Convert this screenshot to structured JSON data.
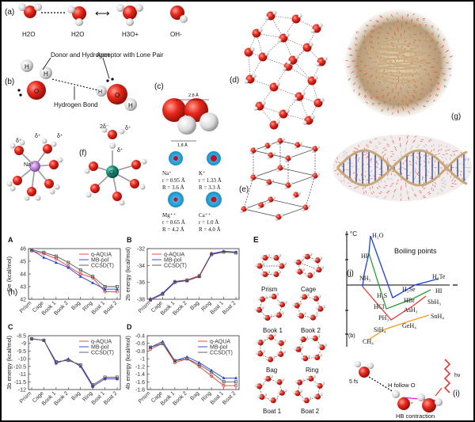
{
  "panels": {
    "a": {
      "letter": "(a)",
      "species": [
        "H2O",
        "H2O",
        "H3O+",
        "OH-"
      ]
    },
    "b": {
      "letter": "(b)",
      "donor_label": "Donor and Hydrogen",
      "acceptor_label": "Acceptor with Lone Pair",
      "bond_label": "Hydrogen Bond",
      "atom_labels": [
        "H",
        "H",
        "O",
        "H",
        "H",
        "O"
      ]
    },
    "c": {
      "letter": "(c)",
      "dim_top": "2.8 Å",
      "dim_bottom": "1.8 Å",
      "ions": [
        {
          "name": "Na⁺",
          "r": "r = 0.95 Å",
          "R": "R = 3.6 Å"
        },
        {
          "name": "K⁺",
          "r": "r = 1.33 Å",
          "R": "R = 3.3 Å"
        },
        {
          "name": "Mg⁺⁺",
          "r": "r = 0.65 Å",
          "R": "R = 4.2 Å"
        },
        {
          "name": "Ca⁺⁺",
          "r": "r = 1.0 Å",
          "R": "R = 4.0 Å"
        }
      ]
    },
    "d": {
      "letter": "(d)"
    },
    "e": {
      "letter": "(e)"
    },
    "f": {
      "letter": "(f)",
      "cl_label": "Cl",
      "charges": [
        "2δ⁻",
        "δ⁺",
        "δ⁺"
      ]
    },
    "na_cluster": {
      "na_label": "Na⁺",
      "charges": [
        "δ⁺",
        "δ⁺",
        "δ⁺"
      ]
    },
    "g": {
      "letter": "(g)"
    },
    "h": {
      "letter": "(h)"
    },
    "i": {
      "letter": "(i)",
      "time": "5 fs",
      "h_follow": "H follow O",
      "hb_contraction": "HB contraction",
      "hv": "hν"
    },
    "j": {
      "letter": "(j)",
      "title": "Boiling points",
      "y_unit": "°C",
      "sub_b": "(b)",
      "species": [
        "H₂O",
        "HF",
        "NH₃",
        "H₂S",
        "HCl",
        "PH₃",
        "SiH₄",
        "CH₄",
        "H₂Se",
        "HBr",
        "AsH₃",
        "GeH₄",
        "H₂Te",
        "HI",
        "SbH₃",
        "SnH₄"
      ]
    },
    "E": {
      "letter": "E",
      "clusters": [
        "Prism",
        "Cage",
        "Book 1",
        "Book 2",
        "Bag",
        "Ring",
        "Boat 1",
        "Boat 2"
      ]
    }
  },
  "chart_data": [
    {
      "panel": "A",
      "type": "line",
      "ylabel": "De (kcal/mol)",
      "categories": [
        "Prism",
        "Cage",
        "Book 1",
        "Book 2",
        "Bag",
        "Ring",
        "Boat 1",
        "Boat 2"
      ],
      "ylim": [
        42,
        46
      ],
      "yticks": [
        42,
        43,
        44,
        45,
        46
      ],
      "legend_position": "top-right",
      "series": [
        {
          "name": "q-AQUA",
          "color": "#e53935",
          "values": [
            45.8,
            45.6,
            45.2,
            44.6,
            44.0,
            43.7,
            42.6,
            42.6
          ]
        },
        {
          "name": "MB-pol",
          "color": "#1e3fe0",
          "values": [
            45.9,
            45.3,
            44.9,
            44.5,
            43.8,
            43.3,
            42.8,
            42.8
          ]
        },
        {
          "name": "CCSD(T)",
          "color": "#555555",
          "values": [
            45.9,
            45.7,
            45.4,
            44.9,
            44.3,
            43.8,
            43.0,
            43.0
          ]
        }
      ]
    },
    {
      "panel": "B",
      "type": "line",
      "ylabel": "2b energy (kcal/mol)",
      "categories": [
        "Prism",
        "Cage",
        "Book 1",
        "Book 2",
        "Bag",
        "Ring",
        "Boat 1",
        "Boat 2"
      ],
      "ylim": [
        -38,
        -32
      ],
      "yticks": [
        -38,
        -36,
        -34,
        -32
      ],
      "legend_position": "top-left",
      "series": [
        {
          "name": "q-AQUA",
          "color": "#e53935",
          "values": [
            -38.0,
            -37.3,
            -35.9,
            -35.7,
            -35.2,
            -32.6,
            -32.4,
            -32.5
          ]
        },
        {
          "name": "MB-pol",
          "color": "#1e3fe0",
          "values": [
            -38.0,
            -37.3,
            -35.9,
            -35.8,
            -35.3,
            -32.6,
            -32.3,
            -32.4
          ]
        },
        {
          "name": "CCSD(T)",
          "color": "#555555",
          "values": [
            -38.1,
            -37.4,
            -36.0,
            -35.8,
            -35.3,
            -32.7,
            -32.4,
            -32.5
          ]
        }
      ]
    },
    {
      "panel": "C",
      "type": "line",
      "ylabel": "3b energy (kcal/mol)",
      "categories": [
        "Prism",
        "Cage",
        "Book 1",
        "Book 2",
        "Bag",
        "Ring",
        "Boat 1",
        "Boat 2"
      ],
      "ylim": [
        -12,
        -8.5
      ],
      "yticks": [
        -12,
        -11.5,
        -11,
        -10.5,
        -10,
        -9.5,
        -9,
        -8.5
      ],
      "legend_position": "top-right",
      "series": [
        {
          "name": "q-AQUA",
          "color": "#e53935",
          "values": [
            -8.7,
            -8.8,
            -10.2,
            -10.1,
            -10.4,
            -11.8,
            -11.3,
            -11.3
          ]
        },
        {
          "name": "MB-pol",
          "color": "#1e3fe0",
          "values": [
            -8.7,
            -8.8,
            -10.3,
            -10.0,
            -10.5,
            -11.8,
            -11.3,
            -11.3
          ]
        },
        {
          "name": "CCSD(T)",
          "color": "#555555",
          "values": [
            -8.7,
            -8.8,
            -10.2,
            -10.1,
            -10.4,
            -11.7,
            -11.2,
            -11.2
          ]
        }
      ]
    },
    {
      "panel": "D",
      "type": "line",
      "ylabel": "4b energy (kcal/mol)",
      "categories": [
        "Prism",
        "Cage",
        "Book 1",
        "Book 2",
        "Bag",
        "Ring",
        "Boat 1",
        "Boat 2"
      ],
      "ylim": [
        -1.8,
        -0.4
      ],
      "yticks": [
        -1.8,
        -1.6,
        -1.4,
        -1.2,
        -1.0,
        -0.8,
        -0.6,
        -0.4
      ],
      "legend_position": "top-right",
      "series": [
        {
          "name": "q-AQUA",
          "color": "#e53935",
          "values": [
            -0.75,
            -0.6,
            -1.1,
            -1.0,
            -1.2,
            -1.45,
            -1.7,
            -1.7
          ]
        },
        {
          "name": "MB-pol",
          "color": "#1e3fe0",
          "values": [
            -0.7,
            -0.55,
            -1.05,
            -0.95,
            -1.1,
            -1.3,
            -1.5,
            -1.5
          ]
        },
        {
          "name": "CCSD(T)",
          "color": "#555555",
          "values": [
            -0.7,
            -0.6,
            -1.05,
            -1.0,
            -1.15,
            -1.35,
            -1.6,
            -1.6
          ]
        }
      ]
    }
  ]
}
